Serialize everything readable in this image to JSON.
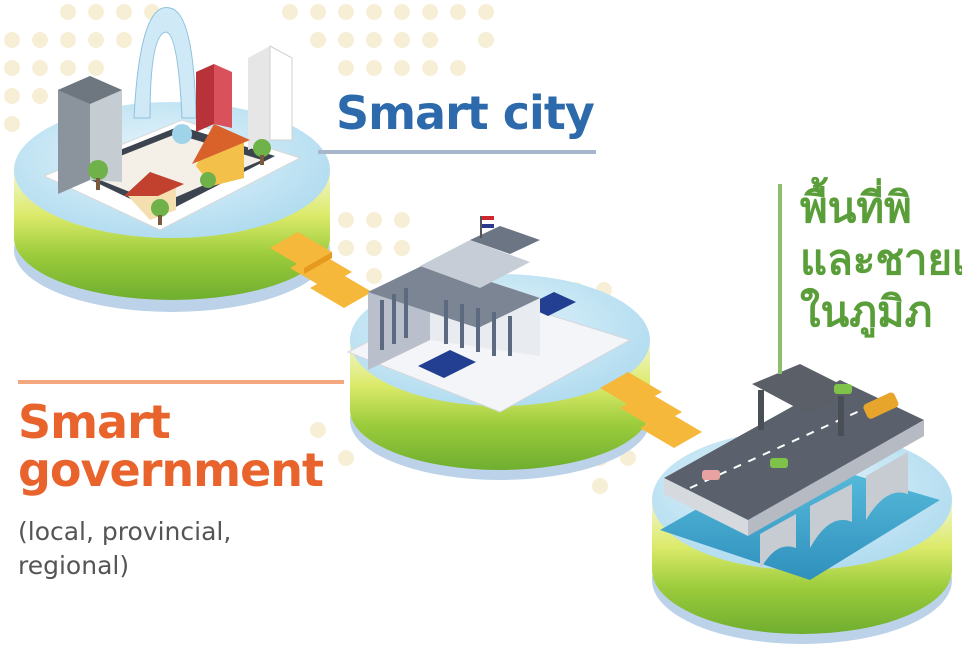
{
  "labels": {
    "smart_city": "Smart city",
    "smart_government": {
      "line1": "Smart",
      "line2": "government",
      "sub_line1": "(local, provincial,",
      "sub_line2": "regional)"
    },
    "thai_heading": {
      "line1": "พื้นที่พิ",
      "line2": "และชายเ",
      "line3": "ในภูมิภ"
    }
  },
  "colors": {
    "city_blue": "#2d6aab",
    "gov_orange": "#e8642c",
    "thai_green": "#5a9e3a",
    "platform_sky": "#bfe3f3",
    "layer_green": "#9ccc3c",
    "bridge_connector": "#f5b83a"
  }
}
